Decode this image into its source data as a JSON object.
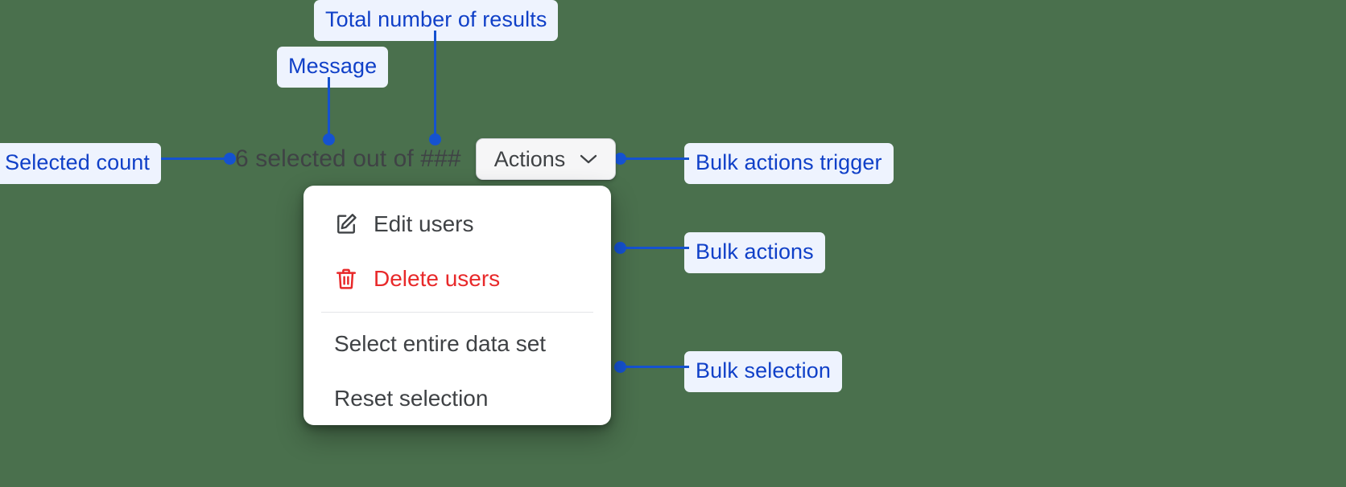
{
  "background_color": "#4a704d",
  "accent_color": "#1552d0",
  "callout_bg": "#eef3fe",
  "callout_text_color": "#1040c8",
  "danger_color": "#e8292a",
  "annotations": [
    {
      "id": "total-results",
      "label": "Total number of results"
    },
    {
      "id": "message",
      "label": "Message"
    },
    {
      "id": "selected-count",
      "label": "Selected count"
    },
    {
      "id": "bulk-actions-trigger",
      "label": "Bulk actions trigger"
    },
    {
      "id": "bulk-actions",
      "label": "Bulk actions"
    },
    {
      "id": "bulk-selection",
      "label": "Bulk selection"
    }
  ],
  "selection_bar": {
    "message": "6 selected out of ###",
    "selected_count": "6",
    "total_results": "###",
    "actions_button": {
      "label": "Actions",
      "icon": "chevron-down-icon"
    }
  },
  "dropdown_menu": {
    "groups": [
      {
        "id": "bulk-actions",
        "items": [
          {
            "id": "edit-users",
            "label": "Edit users",
            "icon": "edit-pencil-icon",
            "danger": false
          },
          {
            "id": "delete-users",
            "label": "Delete users",
            "icon": "trash-icon",
            "danger": true
          }
        ]
      },
      {
        "id": "bulk-selection",
        "items": [
          {
            "id": "select-entire-data-set",
            "label": "Select entire data set",
            "icon": null,
            "danger": false
          },
          {
            "id": "reset-selection",
            "label": "Reset selection",
            "icon": null,
            "danger": false
          }
        ]
      }
    ]
  }
}
